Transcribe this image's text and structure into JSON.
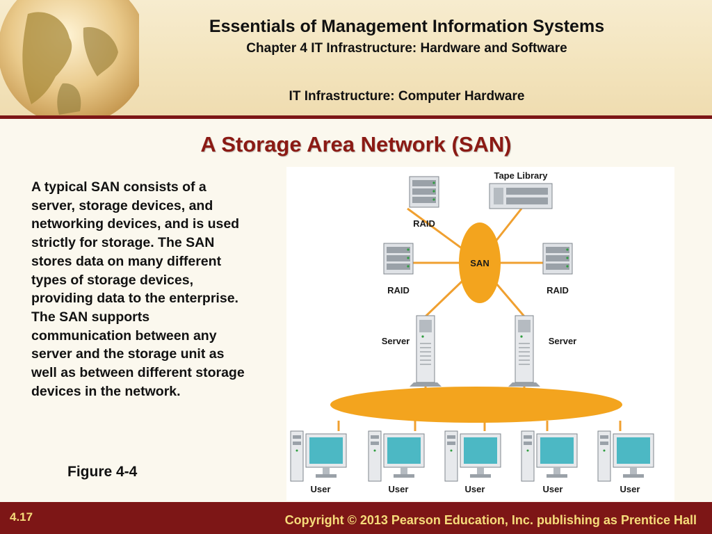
{
  "header": {
    "title": "Essentials of Management Information Systems",
    "chapter": "Chapter 4 IT Infrastructure: Hardware and Software",
    "section": "IT Infrastructure: Computer Hardware"
  },
  "slide": {
    "title": "A Storage Area Network (SAN)",
    "body": "A typical SAN consists of a server, storage devices, and networking devices, and is used strictly for storage. The SAN stores data on many different types of storage devices, providing data to the enterprise. The SAN supports communication between any server and the storage unit as well as between different storage devices in the network.",
    "caption": "Figure 4-4"
  },
  "diagram": {
    "hub": "SAN",
    "tape_library": "Tape Library",
    "raid": [
      "RAID",
      "RAID",
      "RAID"
    ],
    "servers": [
      "Server",
      "Server"
    ],
    "users": [
      "User",
      "User",
      "User",
      "User",
      "User"
    ],
    "colors": {
      "network": "#f3a41e",
      "line": "#f0a030",
      "case": "#dfe2e6",
      "screen": "#4cb8c4"
    }
  },
  "footer": {
    "slide_number": "4.17",
    "copyright": "Copyright © 2013 Pearson Education, Inc. publishing as Prentice Hall"
  }
}
